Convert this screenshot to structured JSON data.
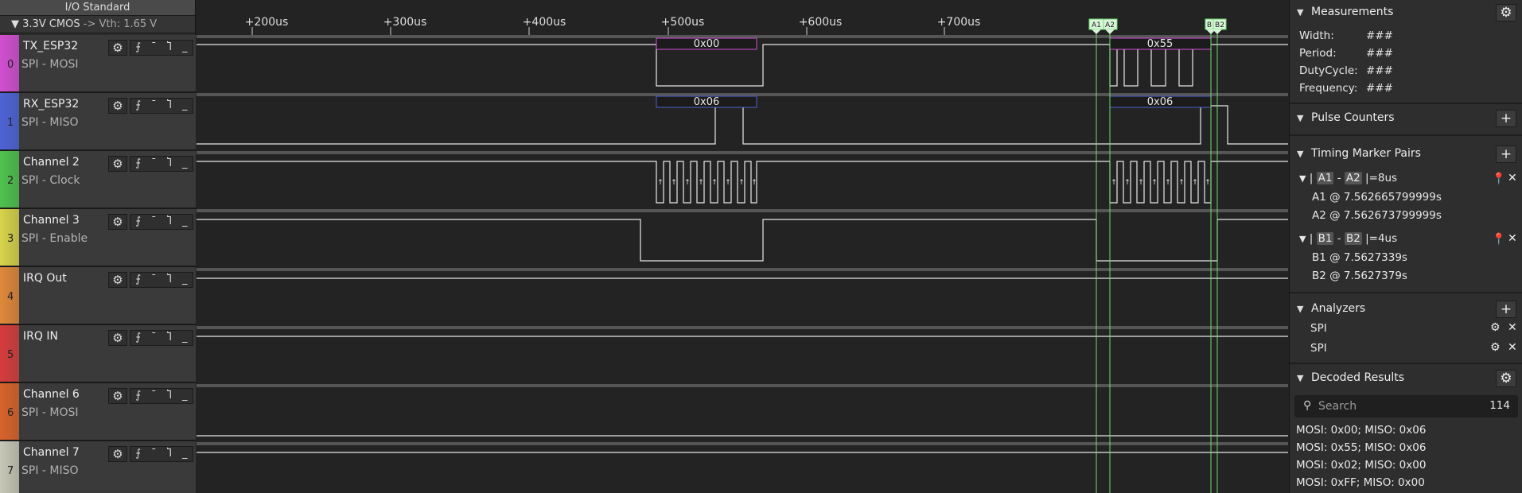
{
  "io_standard": {
    "title": "I/O Standard",
    "voltage": "3.3V CMOS",
    "vth": "-> Vth: 1.65 V"
  },
  "channel_controls": {
    "gear": "⚙",
    "rise": "⨍",
    "high": "¯",
    "fall": "Ⴈ",
    "low": "_"
  },
  "channels": [
    {
      "num": "0",
      "name": "TX_ESP32",
      "sub": "SPI - MOSI",
      "color": "#d24fd2"
    },
    {
      "num": "1",
      "name": "RX_ESP32",
      "sub": "SPI - MISO",
      "color": "#4d63d6"
    },
    {
      "num": "2",
      "name": "Channel 2",
      "sub": "SPI - Clock",
      "color": "#4ec24e"
    },
    {
      "num": "3",
      "name": "Channel 3",
      "sub": "SPI - Enable",
      "color": "#d8d44a"
    },
    {
      "num": "4",
      "name": "IRQ Out",
      "sub": "",
      "color": "#e0883a"
    },
    {
      "num": "5",
      "name": "IRQ IN",
      "sub": "",
      "color": "#d63c3c"
    },
    {
      "num": "6",
      "name": "Channel 6",
      "sub": "SPI - MOSI",
      "color": "#d8632a"
    },
    {
      "num": "7",
      "name": "Channel 7",
      "sub": "SPI - MISO",
      "color": "#c8c8b8"
    }
  ],
  "ruler": {
    "ticks": [
      "+200us",
      "+300us",
      "+400us",
      "+500us",
      "+600us",
      "+700us"
    ]
  },
  "markers": {
    "A1": "A1",
    "A2": "A2",
    "B1": "B",
    "B2": "B2"
  },
  "decode_labels": {
    "tx_1": "0x00",
    "tx_2": "0x55",
    "rx_1": "0x06",
    "rx_2": "0x06"
  },
  "measurements": {
    "title": "Measurements",
    "rows": [
      {
        "k": "Width:",
        "v": "###"
      },
      {
        "k": "Period:",
        "v": "###"
      },
      {
        "k": "DutyCycle:",
        "v": "###"
      },
      {
        "k": "Frequency:",
        "v": "###"
      }
    ]
  },
  "pulse_counters": {
    "title": "Pulse Counters"
  },
  "timing_pairs": {
    "title": "Timing Marker Pairs",
    "pair_a": {
      "m1": "A1",
      "m2": "A2",
      "delta": "=8us",
      "line1": "A1 @ 7.562665799999s",
      "line2": "A2 @ 7.562673799999s"
    },
    "pair_b": {
      "m1": "B1",
      "m2": "B2",
      "delta": "=4us",
      "line1": "B1 @ 7.5627339s",
      "line2": "B2 @ 7.5627379s"
    }
  },
  "analyzers": {
    "title": "Analyzers",
    "items": [
      "SPI",
      "SPI"
    ]
  },
  "decoded": {
    "title": "Decoded Results",
    "search_placeholder": "Search",
    "count": "114",
    "results": [
      "MOSI: 0x00;  MISO: 0x06",
      "MOSI: 0x55;  MISO: 0x06",
      "MOSI: 0x02;  MISO: 0x00",
      "MOSI: 0xFF;  MISO: 0x00"
    ]
  },
  "colors": {
    "marker_green": "#6fdc6f",
    "waveform": "#e8e8e8",
    "mosi_box": "#d24fd2",
    "miso_box": "#4d63d6"
  }
}
